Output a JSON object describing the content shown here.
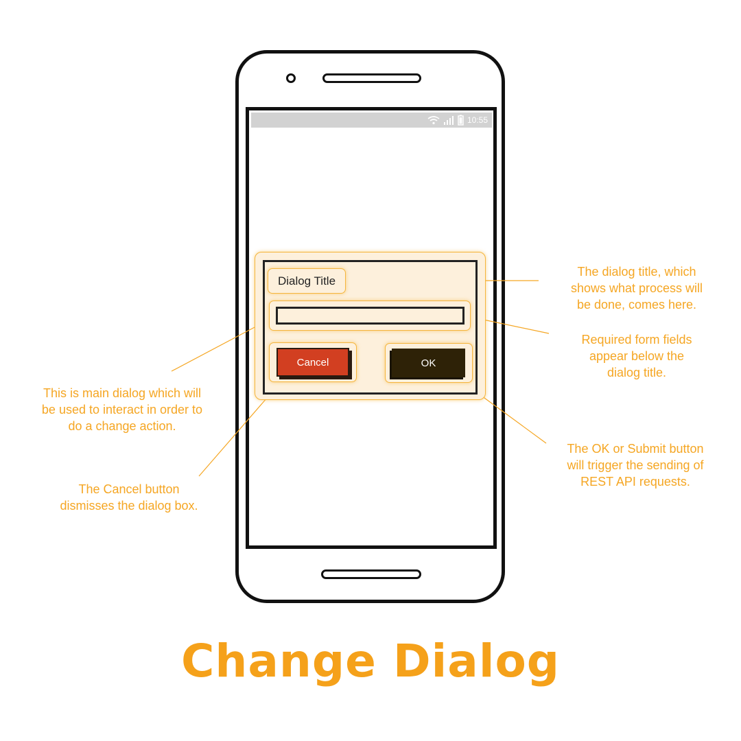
{
  "status_bar": {
    "time": "10:55",
    "icons": [
      "wifi-icon",
      "signal-icon",
      "battery-icon"
    ]
  },
  "dialog": {
    "title": "Dialog Title",
    "cancel_label": "Cancel",
    "ok_label": "OK"
  },
  "annotations": {
    "title_note": "The dialog title, which\nshows what process will\nbe done, comes here.",
    "fields_note": "Required form fields\nappear below the\ndialog title.",
    "dialog_note": "This is main dialog which will\nbe used to interact in order to\ndo a change action.",
    "cancel_note": "The Cancel button\ndismisses the dialog box.",
    "ok_note": "The OK or Submit button\nwill trigger the sending of\nREST API requests."
  },
  "heading": "Change Dialog",
  "colors": {
    "accent": "#f5a623",
    "cancel": "#d23f21",
    "ok": "#2e2207",
    "highlight": "#fdf0dc",
    "status_bar": "#d2d2d2"
  }
}
